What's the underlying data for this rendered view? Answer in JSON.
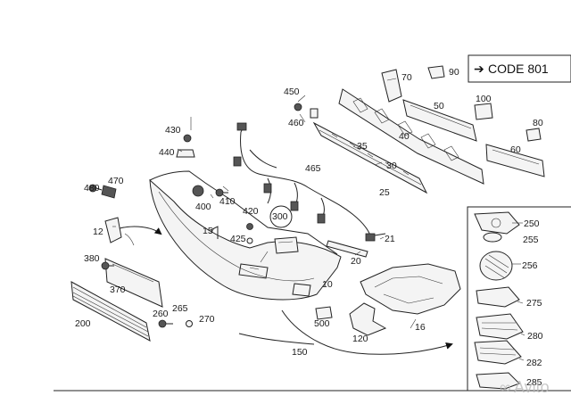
{
  "code_box": {
    "arrow": "➔",
    "text": "CODE 801"
  },
  "labels": {
    "l10": "10",
    "l12": "12",
    "l15": "15",
    "l16": "16",
    "l20": "20",
    "l21": "21",
    "l25": "25",
    "l30": "30",
    "l35": "35",
    "l40": "40",
    "l50": "50",
    "l60": "60",
    "l70": "70",
    "l80": "80",
    "l90": "90",
    "l100": "100",
    "l120": "120",
    "l150": "150",
    "l200": "200",
    "l250": "250",
    "l255": "255",
    "l256": "256",
    "l260": "260",
    "l265": "265",
    "l270": "270",
    "l275": "275",
    "l280": "280",
    "l282": "282",
    "l285": "285",
    "l300": "300",
    "l370": "370",
    "l380": "380",
    "l400": "400",
    "l410": "410",
    "l420": "420",
    "l425": "425",
    "l430": "430",
    "l440": "440",
    "l450": "450",
    "l460": "460",
    "l465": "465",
    "l470": "470",
    "l480": "480",
    "l500": "500"
  },
  "watermark": {
    "text": "Avito",
    "mark": "∞"
  },
  "colors": {
    "line": "#222222",
    "background": "#ffffff",
    "watermark": "#b8b8b8"
  }
}
